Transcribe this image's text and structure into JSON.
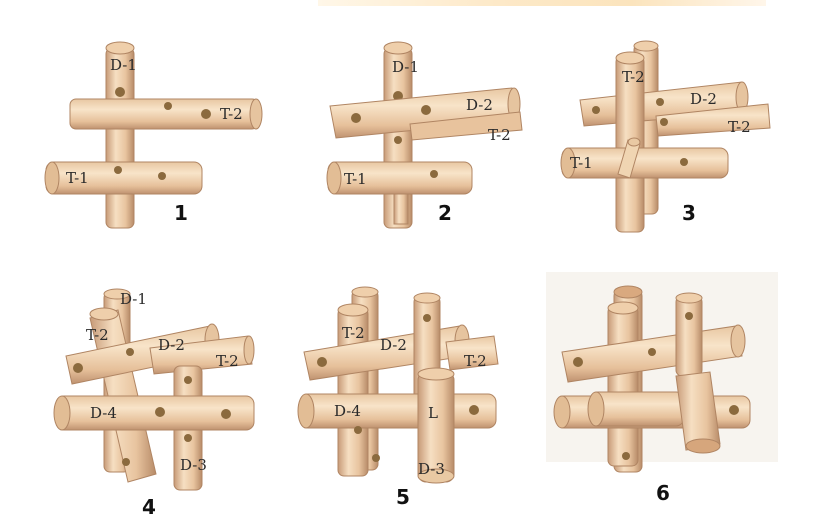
{
  "steps": [
    {
      "number": "1",
      "labels": [
        "D-1",
        "T-2",
        "T-1"
      ]
    },
    {
      "number": "2",
      "labels": [
        "D-1",
        "D-2",
        "T-2",
        "T-1"
      ]
    },
    {
      "number": "3",
      "labels": [
        "T-2",
        "D-2",
        "T-2",
        "T-1"
      ]
    },
    {
      "number": "4",
      "labels": [
        "D-1",
        "T-2",
        "D-2",
        "T-2",
        "D-4",
        "D-3"
      ]
    },
    {
      "number": "5",
      "labels": [
        "T-2",
        "D-2",
        "T-2",
        "D-4",
        "L",
        "D-3"
      ]
    },
    {
      "number": "6",
      "labels": []
    }
  ],
  "colors": {
    "wood_light": "#f3d7b4",
    "wood_mid": "#e2b98f",
    "wood_dark": "#b98a66",
    "end_cap": "#e9c9a3",
    "hole": "#8b6a3e"
  }
}
